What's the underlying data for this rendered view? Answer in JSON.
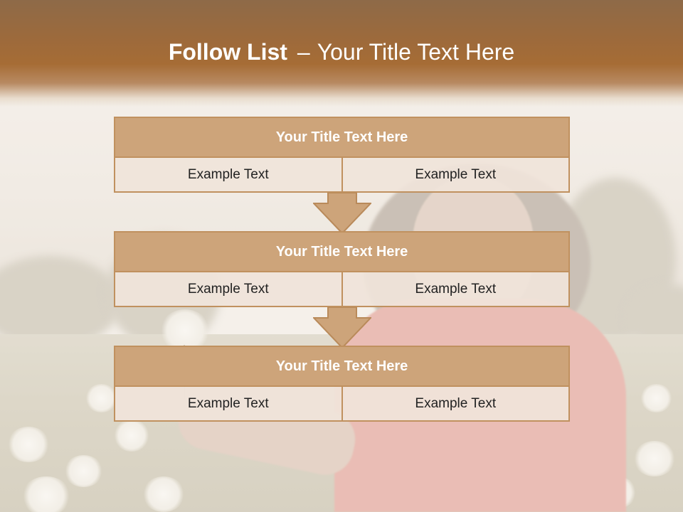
{
  "header": {
    "title_bold": "Follow List",
    "title_separator": "–",
    "title_rest": "Your Title Text Here"
  },
  "steps": [
    {
      "title": "Your Title Text Here",
      "left": "Example Text",
      "right": "Example Text"
    },
    {
      "title": "Your Title Text Here",
      "left": "Example Text",
      "right": "Example Text"
    },
    {
      "title": "Your Title Text Here",
      "left": "Example Text",
      "right": "Example Text"
    }
  ],
  "colors": {
    "header_brown": "#a66c35",
    "box_header_fill": "#cda47a",
    "box_border": "#c0915f",
    "cell_fill": "#f0e4da"
  },
  "background": {
    "image": "woman-in-dandelion-field-photo"
  }
}
